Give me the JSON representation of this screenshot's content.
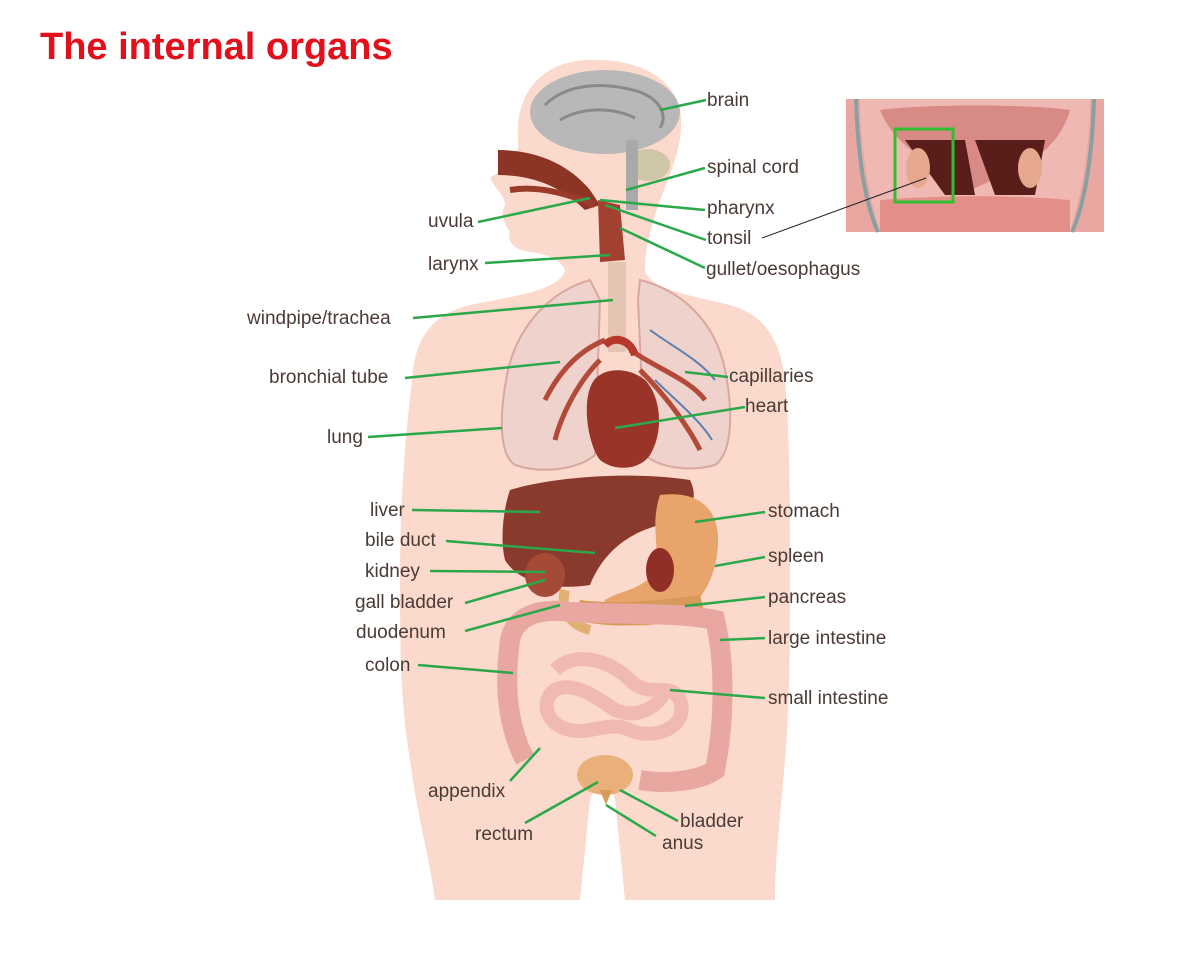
{
  "title": "The internal organs",
  "colors": {
    "title": "#e3101b",
    "leader": "#2aa84a",
    "body": "#fbd9cc",
    "label": "#4a3b36",
    "inset_box": "#2fbf2f"
  },
  "labels": {
    "brain": "brain",
    "spinal_cord": "spinal cord",
    "pharynx": "pharynx",
    "tonsil": "tonsil",
    "gullet": "gullet/oesophagus",
    "uvula": "uvula",
    "larynx": "larynx",
    "windpipe": "windpipe/trachea",
    "bronchial_tube": "bronchial tube",
    "capillaries": "capillaries",
    "heart": "heart",
    "lung": "lung",
    "liver": "liver",
    "stomach": "stomach",
    "bile_duct": "bile duct",
    "spleen": "spleen",
    "kidney": "kidney",
    "gall_bladder": "gall bladder",
    "pancreas": "pancreas",
    "duodenum": "duodenum",
    "large_intestine": "large intestine",
    "colon": "colon",
    "small_intestine": "small intestine",
    "appendix": "appendix",
    "bladder": "bladder",
    "rectum": "rectum",
    "anus": "anus"
  }
}
